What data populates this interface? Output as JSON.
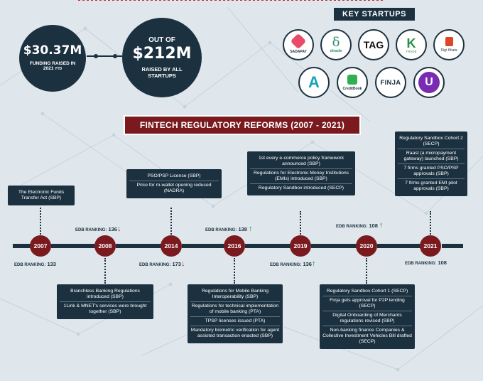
{
  "stats": {
    "funding": {
      "amount": "$30.37M",
      "caption_line1": "FUNDING RAISED IN",
      "caption_line2": "2021",
      "caption_ytd": "YTD"
    },
    "total": {
      "prefix": "OUT OF",
      "amount": "$212M",
      "caption_line1": "RAISED BY ALL",
      "caption_line2": "STARTUPS"
    }
  },
  "key_startups": {
    "title": "KEY STARTUPS",
    "logos": [
      {
        "name": "SADAPAY",
        "icon": "sadapay-logo"
      },
      {
        "name": "dtrade",
        "icon": "dtrade-logo",
        "mark": "δ"
      },
      {
        "name": "TAG",
        "icon": "tag-logo",
        "mark": "TAG"
      },
      {
        "name": "TRADE",
        "icon": "k-trade-logo",
        "mark": "K"
      },
      {
        "name": "Digi Khata",
        "icon": "digi-khata-logo"
      },
      {
        "name": "",
        "icon": "abhi-logo",
        "mark": "A"
      },
      {
        "name": "CreditBook",
        "icon": "creditbook-logo"
      },
      {
        "name": "FINJA",
        "icon": "finja-logo",
        "mark": "FINJA"
      },
      {
        "name": "",
        "icon": "u-logo",
        "mark": "U"
      }
    ]
  },
  "reforms_title": "FINTECH REGULATORY REFORMS (2007 - 2021)",
  "years": [
    "2007",
    "2008",
    "2014",
    "2016",
    "2019",
    "2020",
    "2021"
  ],
  "edb_label": "EDB RANKING:",
  "edb": {
    "r2007": "133",
    "r2008": "136",
    "r2014": "173",
    "r2016": "138",
    "r2019": "136",
    "r2020": "108",
    "r2021": "108"
  },
  "events": {
    "e2007": [
      "The Electronic Funds Transfer Act (SBP)"
    ],
    "e2008": [
      "Branchless Banking Regulations introduced (SBP)",
      "1Link & MNET's services were brought together (SBP)"
    ],
    "e2014": [
      "PSO/PSP License (SBP)",
      "Price for m-wallet opening reduced (NADRA)"
    ],
    "e2016": [
      "Regulations for Mobile Banking Interoperability (SBP)",
      "Regulations for technical implementation of mobile banking (PTA)",
      "TPSP licenses issued (PTA)",
      "Mandatory biometric verification for agent assisted transaction enacted (SBP)"
    ],
    "e2019": [
      "1st every e-commerce policy framework announced (SBP)",
      "Regulations for Electronic Money Institutions (EMIs) introduced (SBP)",
      "Regulatory Sandbox introduced (SECP)"
    ],
    "e2020": [
      "Regulatory Sandbox Cohort 1 (SECP)",
      "Finja gets approval for P2P lending (SECP)",
      "Digital Onboarding of Merchants regulations revised (SBP)",
      "Non-banking finance Companies & Collective Investment Vehicles Bill drafted (SECP)"
    ],
    "e2021": [
      "Regulatory Sandbox Cohort 2 (SECP)",
      "Raast (a micropayment gateway) launched (SBP)",
      "7 firms granted PSO/PSP approvals (SBP)",
      "7 firms granted EMI pilot approvals (SBP)"
    ]
  }
}
